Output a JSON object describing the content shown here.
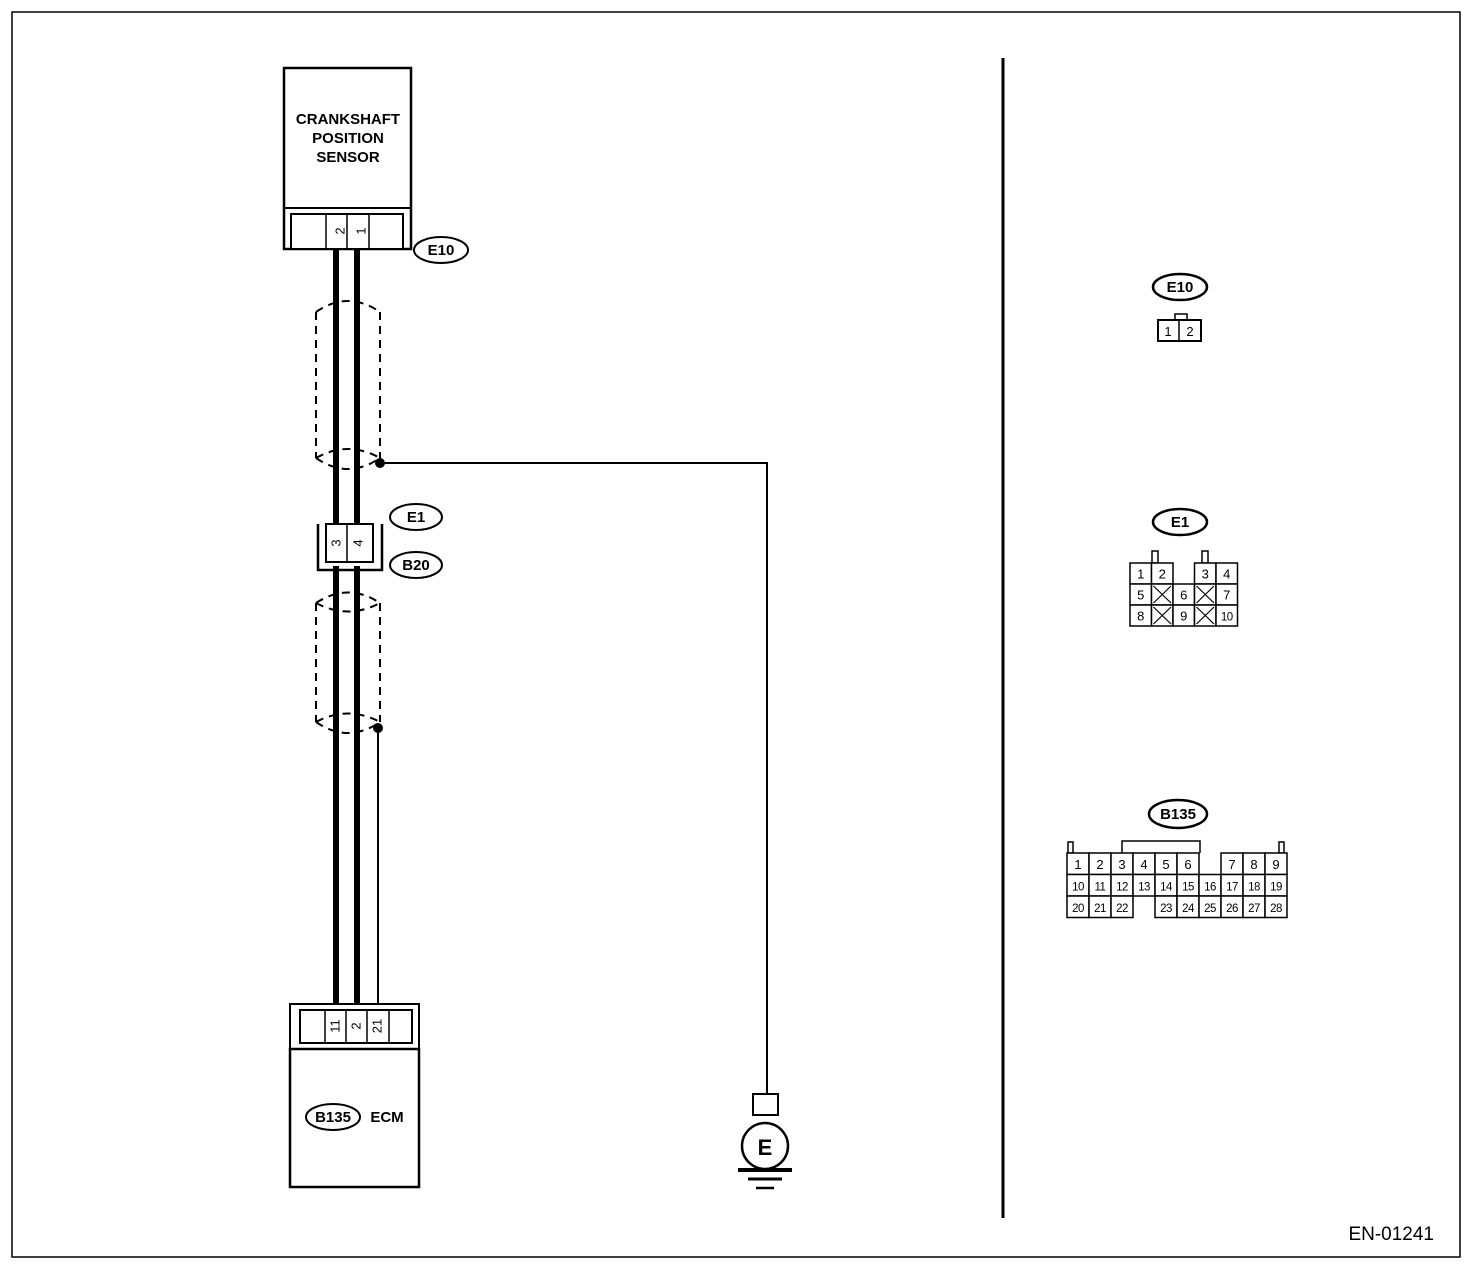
{
  "sensor": {
    "label_lines": [
      "CRANKSHAFT",
      "POSITION",
      "SENSOR"
    ],
    "connector": "E10",
    "pins": [
      "2",
      "1"
    ]
  },
  "junction": {
    "connector_top": "E1",
    "connector_bottom": "B20",
    "pins": [
      "3",
      "4"
    ]
  },
  "ecm": {
    "connector": "B135",
    "label": "ECM",
    "pins": [
      "11",
      "2",
      "21"
    ]
  },
  "ground": {
    "label": "E"
  },
  "figure_id": "EN-01241",
  "connector_views": {
    "e10": {
      "name": "E10",
      "pins": [
        "1",
        "2"
      ]
    },
    "e1": {
      "name": "E1",
      "rows": [
        [
          "1",
          "2",
          "",
          "3",
          "4"
        ],
        [
          "5",
          "",
          "6",
          "",
          "7"
        ],
        [
          "8",
          "",
          "9",
          "",
          "10"
        ]
      ]
    },
    "b135": {
      "name": "B135",
      "rows": [
        [
          "1",
          "2",
          "3",
          "4",
          "5",
          "6",
          "",
          "7",
          "8",
          "9"
        ],
        [
          "10",
          "11",
          "12",
          "13",
          "14",
          "15",
          "16",
          "17",
          "18",
          "19"
        ],
        [
          "20",
          "21",
          "22",
          "",
          "23",
          "24",
          "25",
          "26",
          "27",
          "28"
        ]
      ]
    }
  }
}
